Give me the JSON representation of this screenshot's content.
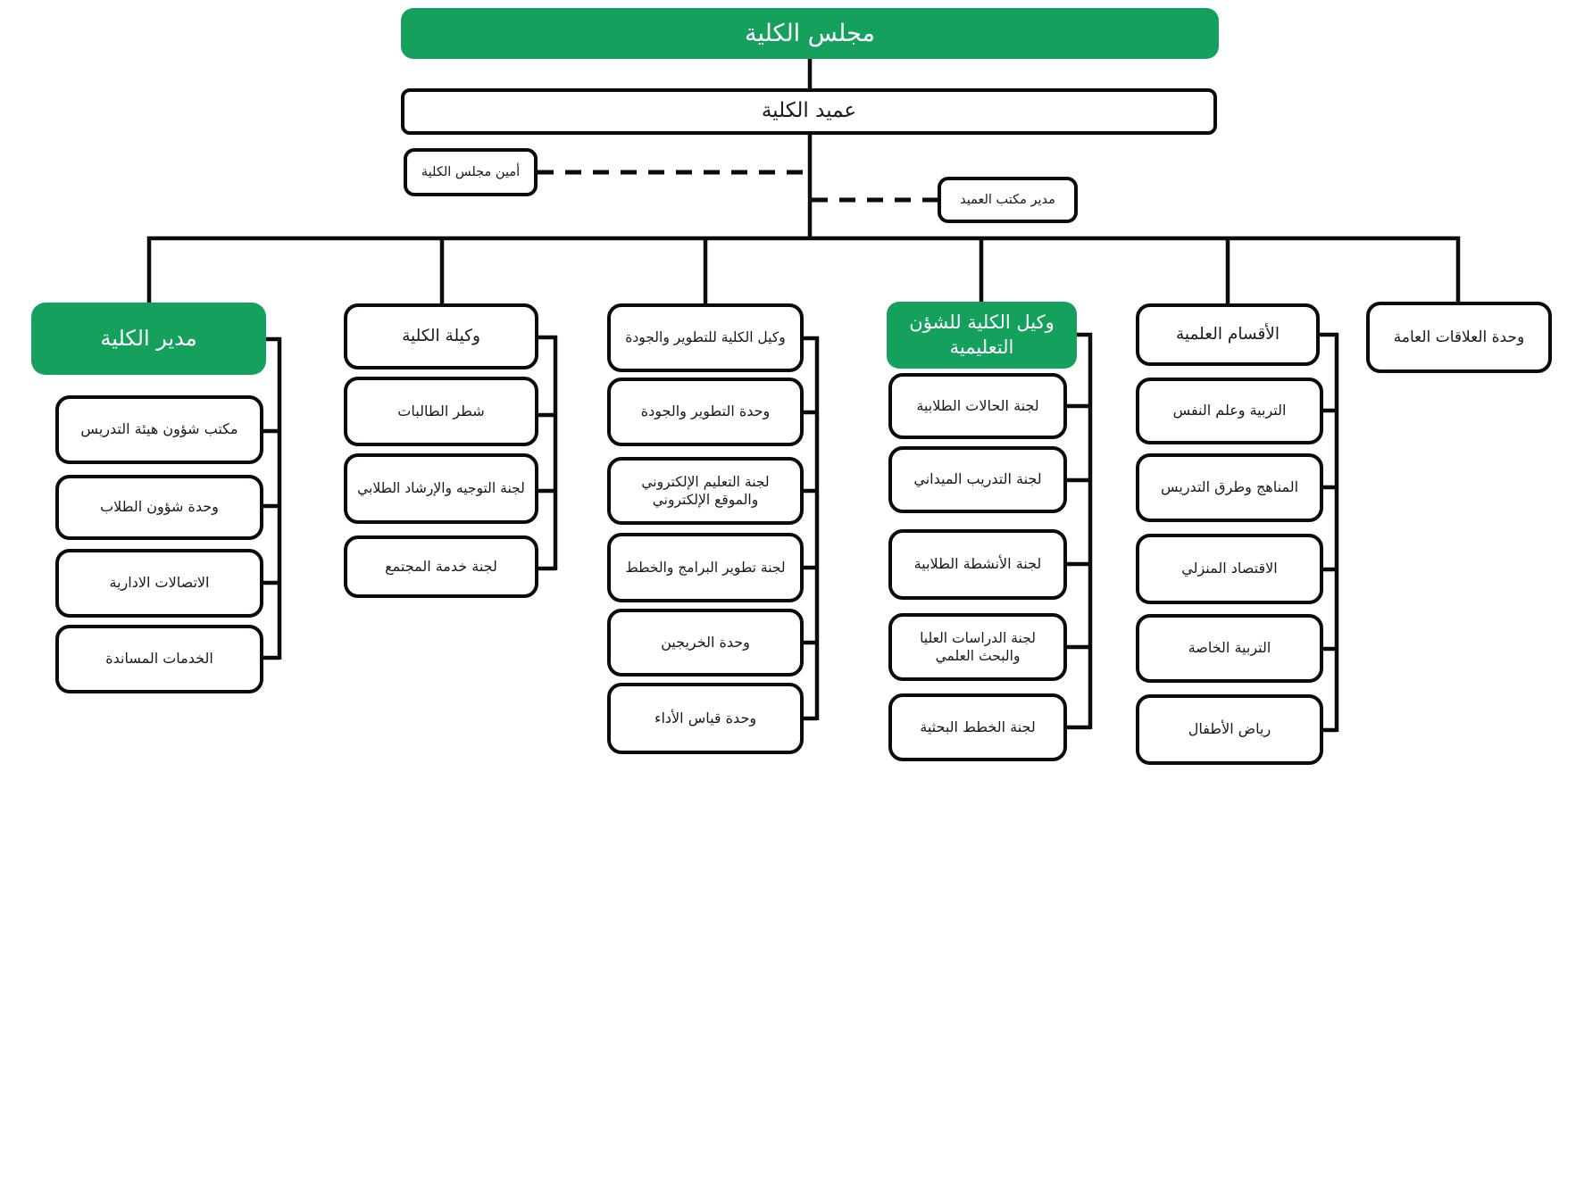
{
  "diagram": {
    "colors": {
      "accent_green": "#16A05E",
      "line_black": "#0b0b0b",
      "background": "#ffffff"
    },
    "root": {
      "label": "مجلس الكلية"
    },
    "dean": {
      "label": "عميد الكلية"
    },
    "secretary": {
      "label": "أمين مجلس الكلية"
    },
    "office_manager": {
      "label": "مدير مكتب العميد"
    },
    "columns": [
      {
        "title": "مدير الكلية",
        "green": true,
        "children": [
          "مكتب شؤون هيئة التدريس",
          "وحدة شؤون الطلاب",
          "الاتصالات الادارية",
          "الخدمات المساندة"
        ]
      },
      {
        "title": "وكيلة الكلية",
        "green": false,
        "children": [
          "شطر الطالبات",
          "لجنة التوجيه والإرشاد الطلابي",
          "لجنة خدمة المجتمع"
        ]
      },
      {
        "title": "وكيل الكلية للتطوير والجودة",
        "green": false,
        "children": [
          "وحدة التطوير والجودة",
          "لجنة التعليم الإلكتروني والموقع الإلكتروني",
          "لجنة تطوير البرامج والخطط",
          "وحدة الخريجين",
          "وحدة قياس الأداء"
        ]
      },
      {
        "title": "وكيل الكلية للشؤن التعليمية",
        "green": true,
        "children": [
          "لجنة الحالات الطلابية",
          "لجنة التدريب الميداني",
          "لجنة الأنشطة الطلابية",
          "لجنة الدراسات العليا والبحث العلمي",
          "لجنة الخطط البحثية"
        ]
      },
      {
        "title": "الأقسام العلمية",
        "green": false,
        "children": [
          "التربية وعلم النفس",
          "المناهج وطرق التدريس",
          "الاقتصاد المنزلي",
          "التربية الخاصة",
          "رياض الأطفال"
        ]
      },
      {
        "title": "وحدة العلاقات العامة",
        "green": false,
        "children": []
      }
    ]
  }
}
